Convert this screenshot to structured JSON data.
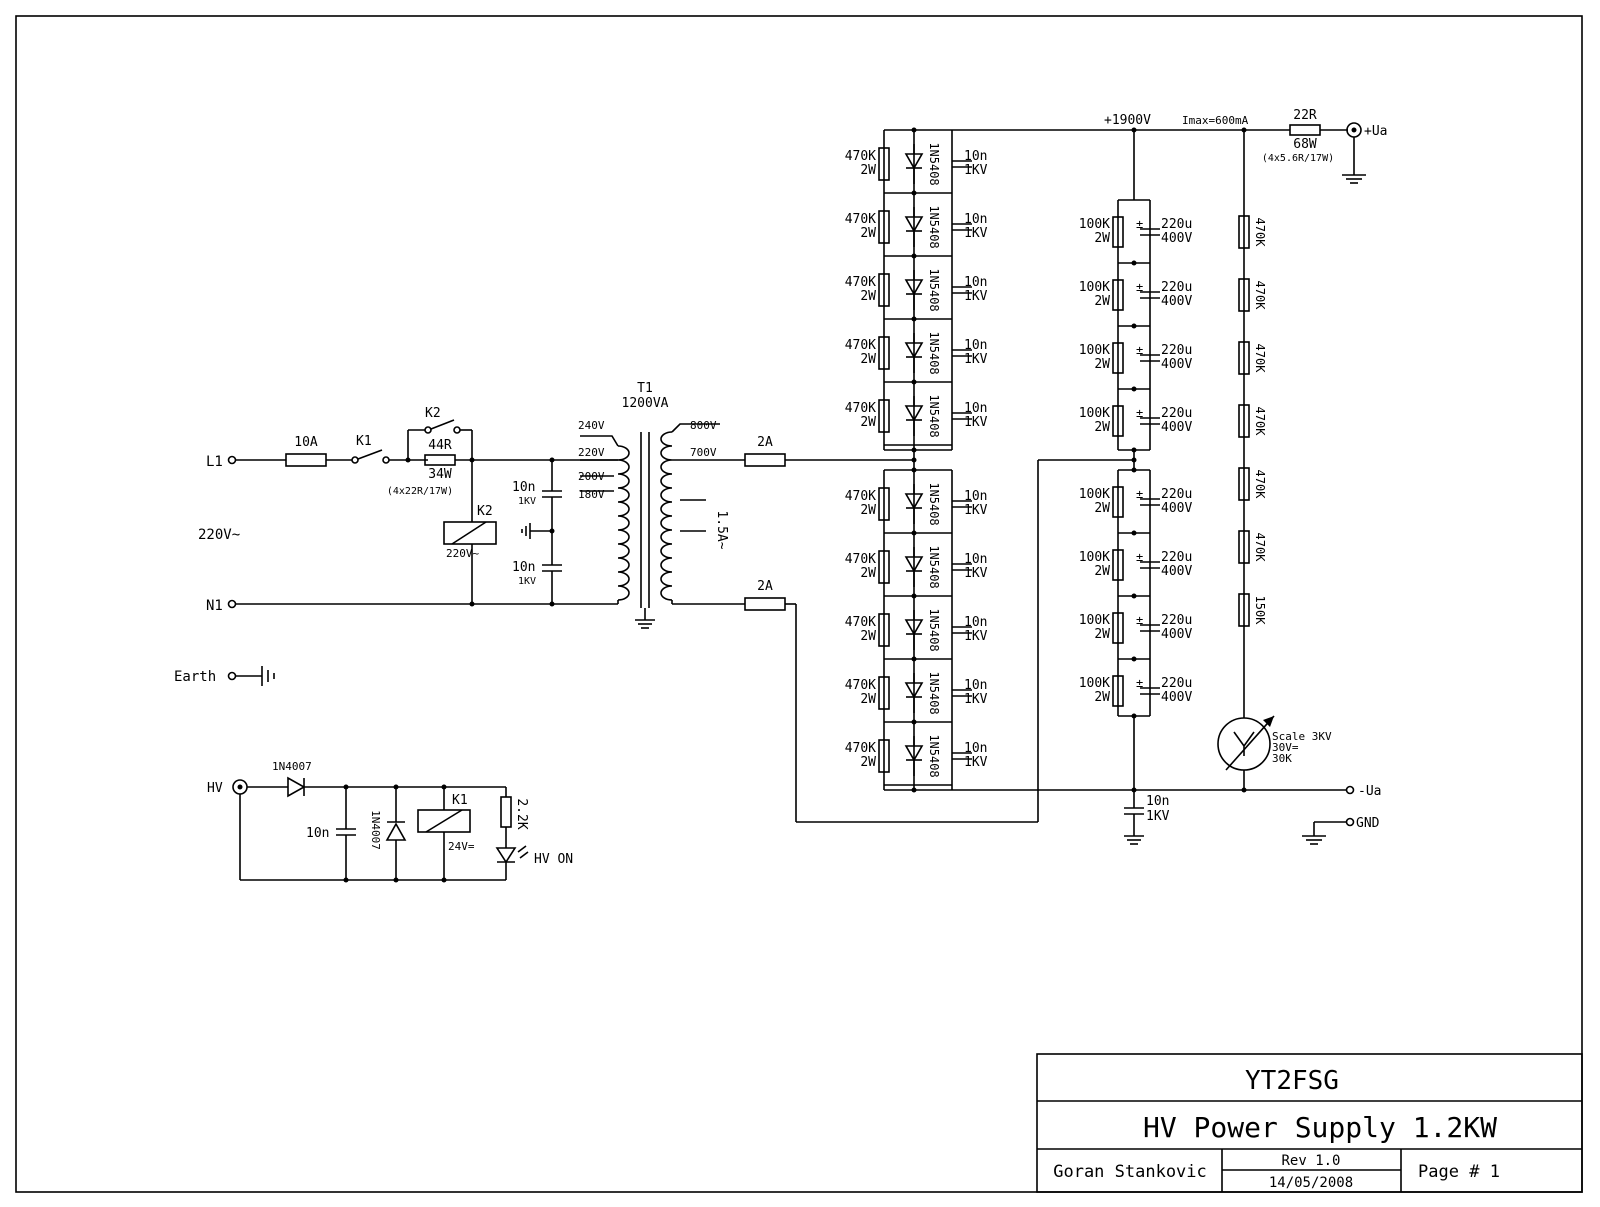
{
  "title_block": {
    "callsign": "YT2FSG",
    "title": "HV Power Supply 1.2KW",
    "author": "Goran Stankovic",
    "revision": "Rev 1.0",
    "date": "14/05/2008",
    "page": "Page # 1"
  },
  "mains": {
    "l1": "L1",
    "n1": "N1",
    "earth": "Earth",
    "voltage": "220V~",
    "fuse": "10A",
    "k1_contact": "K1",
    "k2_contact": "K2",
    "soft_start_r": "44R",
    "soft_start_w": "34W",
    "soft_start_note": "(4x22R/17W)",
    "relay_k2": "K2",
    "relay_k2_v": "220V~"
  },
  "primary_caps": {
    "c1": "10n",
    "c1_v": "1KV",
    "c2": "10n",
    "c2_v": "1KV"
  },
  "transformer": {
    "name": "T1",
    "rating": "1200VA",
    "tap_240": "240V",
    "tap_220": "220V",
    "tap_200": "200V",
    "tap_180": "180V",
    "tap_800": "800V",
    "tap_700": "700V",
    "current": "1.5A~",
    "fuse_a": "2A",
    "fuse_b": "2A"
  },
  "rectifier": {
    "resistor": "470K",
    "resistor_w": "2W",
    "diode": "1N5408",
    "cap": "10n",
    "cap_v": "1KV"
  },
  "filter": {
    "resistor": "100K",
    "resistor_w": "2W",
    "plus": "±",
    "cap": "220u",
    "cap_v": "400V"
  },
  "output": {
    "voltage": "+1900V",
    "imax": "Imax=600mA",
    "series_r": "22R",
    "series_w": "68W",
    "series_note": "(4x5.6R/17W)",
    "plus_ua": "+Ua",
    "minus_ua": "-Ua",
    "gnd": "GND",
    "cap": "10n",
    "cap_v": "1KV"
  },
  "divider": {
    "r1": "470K",
    "r2": "470K",
    "r3": "470K",
    "r4": "470K",
    "r5": "470K",
    "r6": "470K",
    "r7": "150K"
  },
  "meter": {
    "symbol": "V",
    "scale": "Scale 3KV",
    "range": "30V=",
    "resistance": "30K"
  },
  "hv_control": {
    "hv": "HV",
    "diode": "1N4007",
    "cap": "10n",
    "flyback": "1N4007",
    "relay": "K1",
    "relay_v": "24V=",
    "led_r": "2.2K",
    "led": "HV ON"
  }
}
